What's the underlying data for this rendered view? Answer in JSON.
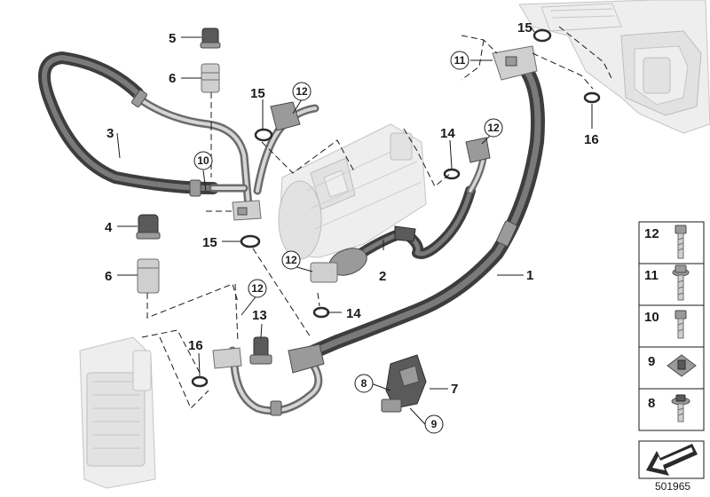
{
  "callouts": {
    "c1": "1",
    "c2": "2",
    "c3": "3",
    "c4": "4",
    "c5": "5",
    "c6a": "6",
    "c6b": "6",
    "c7": "7",
    "c8": "8",
    "c9": "9",
    "c10": "10",
    "c11": "11",
    "c12a": "12",
    "c12b": "12",
    "c12c": "12",
    "c12d": "12",
    "c13": "13",
    "c14a": "14",
    "c14b": "14",
    "c15a": "15",
    "c15b": "15",
    "c15c": "15",
    "c16a": "16",
    "c16b": "16"
  },
  "legend": {
    "items": [
      {
        "label": "12",
        "icon": "bolt-hex-head-icon"
      },
      {
        "label": "11",
        "icon": "bolt-collar-flange-icon"
      },
      {
        "label": "10",
        "icon": "bolt-short-icon"
      },
      {
        "label": "9",
        "icon": "clip-nut-icon"
      },
      {
        "label": "8",
        "icon": "screw-washer-icon"
      }
    ]
  },
  "reference_number": "501965",
  "colors": {
    "line": "#1a1a1a",
    "hose": "#3d3d3d",
    "pipe": "#d6d6d6",
    "ghost": "#eeeeee"
  }
}
